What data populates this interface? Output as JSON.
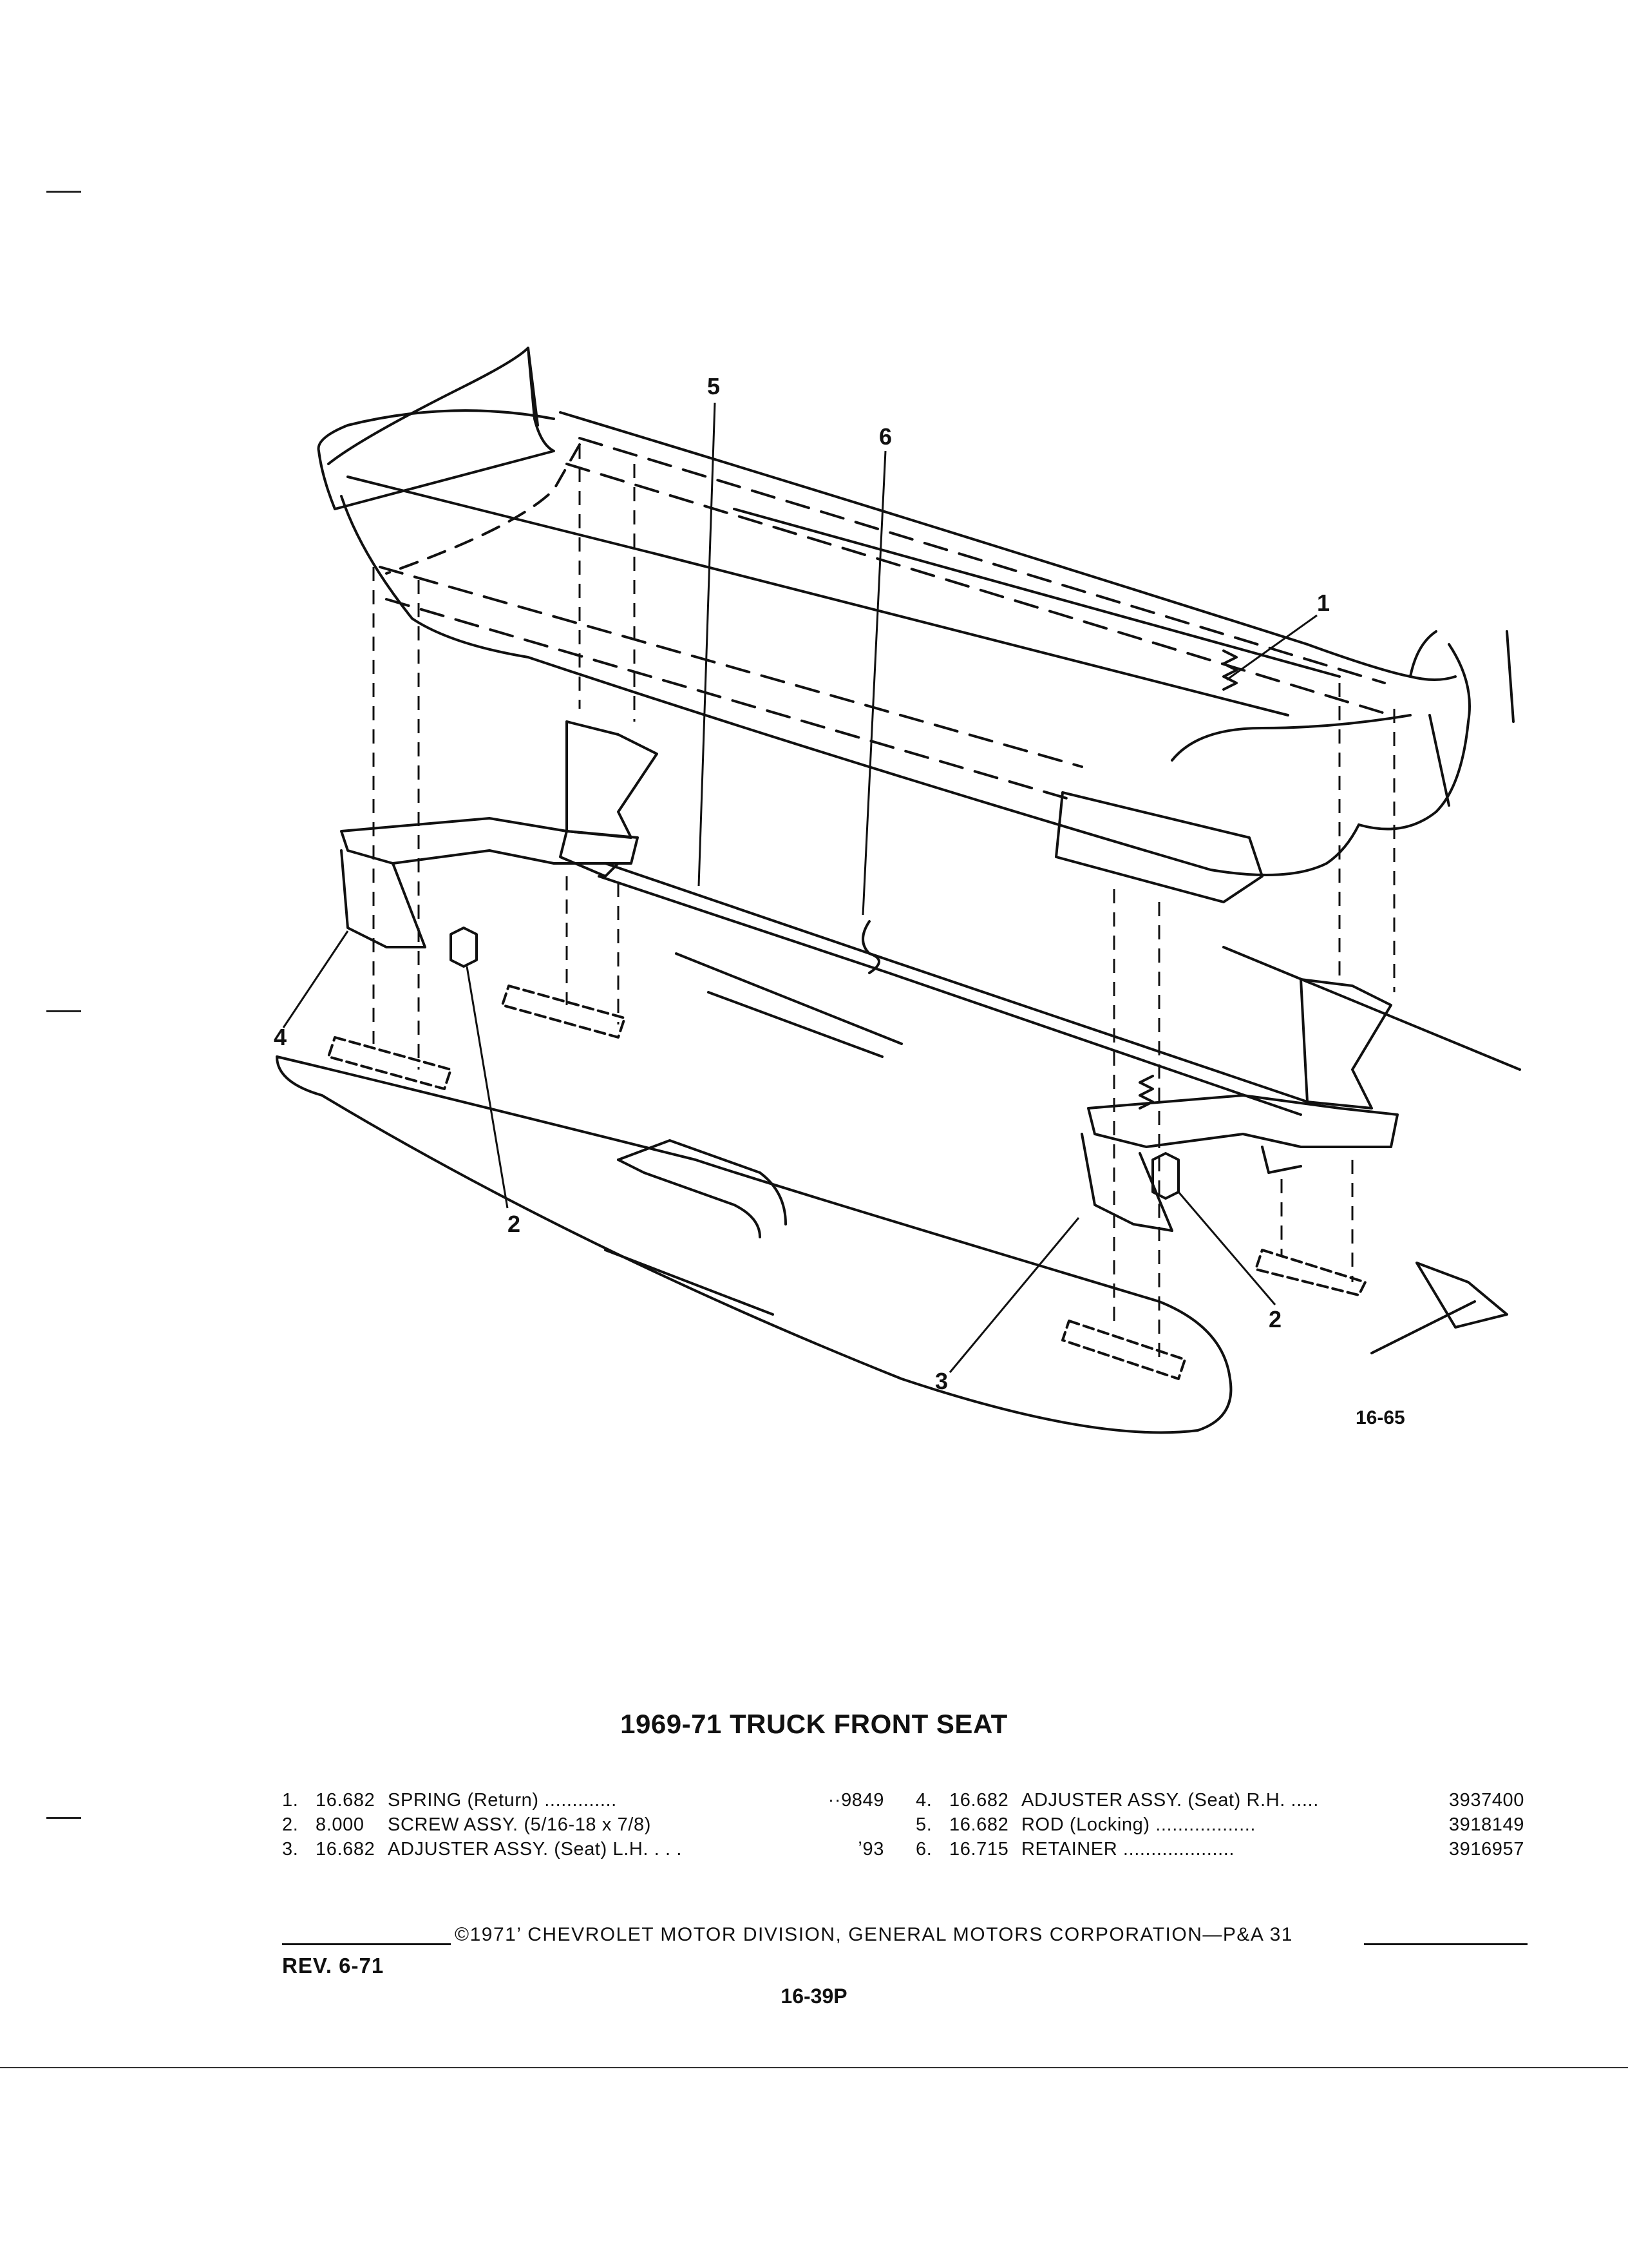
{
  "document": {
    "title": "1969-71 TRUCK FRONT SEAT",
    "figure_number": "16-65",
    "callouts": [
      "1",
      "2",
      "2",
      "3",
      "4",
      "5",
      "6"
    ],
    "parts_left": [
      {
        "num": "1.",
        "group": "16.682",
        "desc": "SPRING (Return) .............",
        "part_no": "··9849"
      },
      {
        "num": "2.",
        "group": "8.000",
        "desc": "SCREW ASSY. (5/16-18 x 7/8)",
        "part_no": ""
      },
      {
        "num": "3.",
        "group": "16.682",
        "desc": "ADJUSTER ASSY. (Seat) L.H. . . .",
        "part_no": "ʼ93"
      }
    ],
    "parts_right": [
      {
        "num": "4.",
        "group": "16.682",
        "desc": "ADJUSTER ASSY. (Seat) R.H. .....",
        "part_no": "3937400"
      },
      {
        "num": "5.",
        "group": "16.682",
        "desc": "ROD (Locking) ..................",
        "part_no": "3918149"
      },
      {
        "num": "6.",
        "group": "16.715",
        "desc": "RETAINER ....................",
        "part_no": "3916957"
      }
    ],
    "footer": "©1971’ CHEVROLET MOTOR DIVISION, GENERAL MOTORS CORPORATION—P&A 31",
    "revision": "REV. 6-71",
    "page_number": "16-39P"
  }
}
